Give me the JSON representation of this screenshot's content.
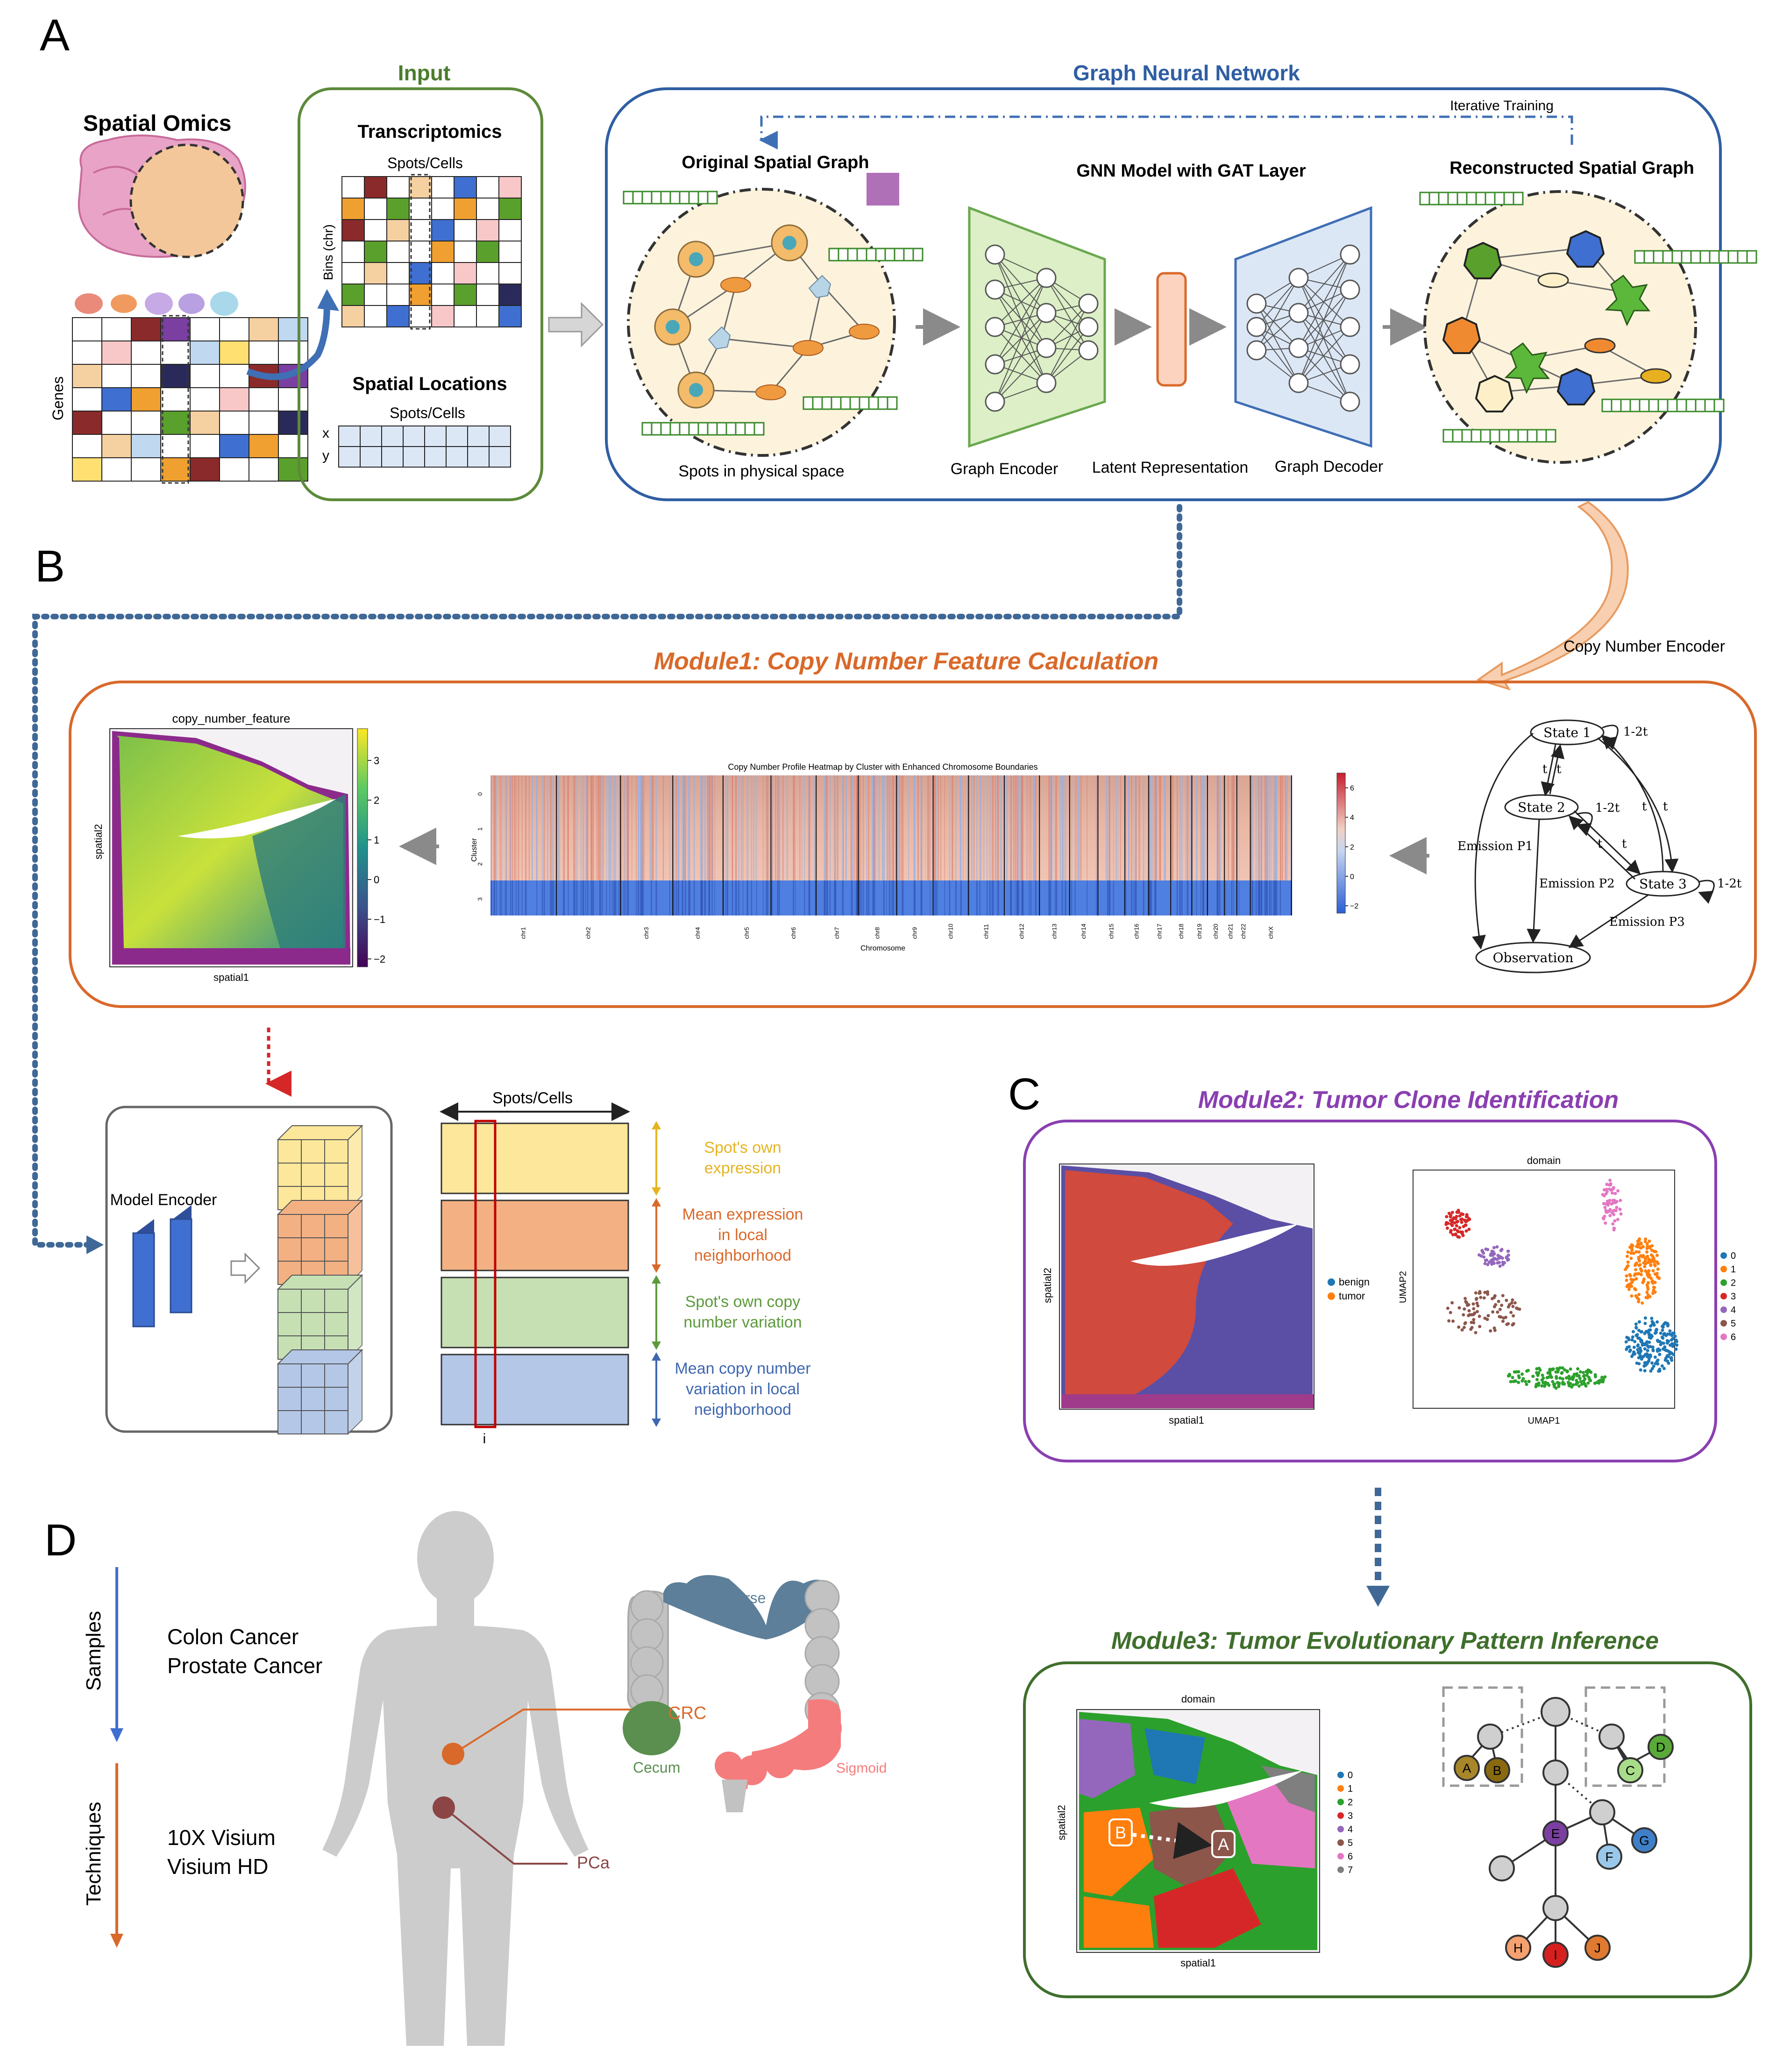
{
  "panel_letters": {
    "a": "A",
    "b": "B",
    "c": "C",
    "d": "D"
  },
  "panel_a": {
    "spatial_omics_title": "Spatial Omics",
    "genes_label": "Genes",
    "input": {
      "title": "Input",
      "transcriptomics_title": "Transcriptomics",
      "spots_cells": "Spots/Cells",
      "bins_label": "Bins (chr)",
      "spatial_locations_title": "Spatial Locations",
      "loc_spots_cells": "Spots/Cells",
      "x_label": "x",
      "y_label": "y"
    },
    "gnn": {
      "title": "Graph Neural Network",
      "iterative_training": "Iterative Training",
      "original_graph": "Original Spatial Graph",
      "gnn_model": "GNN Model with GAT Layer",
      "reconstructed_graph": "Reconstructed Spatial Graph",
      "spots_physical": "Spots in physical space",
      "graph_encoder": "Graph Encoder",
      "latent": "Latent Representation",
      "graph_decoder": "Graph Decoder"
    }
  },
  "panel_b": {
    "copy_number_encoder": "Copy Number Encoder",
    "module1_title": "Module1: Copy Number Feature Calculation",
    "spatial_plot": {
      "title": "copy_number_feature",
      "xlabel": "spatial1",
      "ylabel": "spatial2",
      "colorbar_ticks": [
        "3",
        "2",
        "1",
        "0",
        "−1",
        "−2"
      ]
    },
    "heatmap": {
      "title": "Copy Number Profile Heatmap by Cluster with Enhanced Chromosome Boundaries",
      "xlabel": "Chromosome",
      "ylabel": "Cluster",
      "clusters": [
        "0",
        "1",
        "2",
        "3"
      ],
      "chromosomes": [
        "chr1",
        "chr2",
        "chr3",
        "chr4",
        "chr5",
        "chr6",
        "chr7",
        "chr8",
        "chr9",
        "chr10",
        "chr11",
        "chr12",
        "chr13",
        "chr14",
        "chr15",
        "chr16",
        "chr17",
        "chr18",
        "chr19",
        "chr20",
        "chr21",
        "chr22",
        "chrX"
      ],
      "colorbar_ticks": [
        "6",
        "4",
        "2",
        "0",
        "−2"
      ]
    },
    "hmm": {
      "state1": "State 1",
      "state2": "State 2",
      "state3": "State 3",
      "observation": "Observation",
      "self_loop": "1-2t",
      "t": "t",
      "emission_p1": "Emission P1",
      "emission_p2": "Emission P2",
      "emission_p3": "Emission P3"
    },
    "model_encoder": "Model Encoder",
    "spots_cells": "Spots/Cells",
    "i_label": "i",
    "layers": [
      {
        "label": "Spot's own expression",
        "color": "#e6b422",
        "fill": "#fde79a"
      },
      {
        "label": "Mean expression in local neighborhood",
        "color": "#d9692a",
        "fill": "#f3b183"
      },
      {
        "label": "Spot's own copy number variation",
        "color": "#5c9a3c",
        "fill": "#c6e0b4"
      },
      {
        "label": "Mean copy number variation in local neighborhood",
        "color": "#3f67b0",
        "fill": "#b4c7e7"
      }
    ]
  },
  "panel_c": {
    "module2_title": "Module2: Tumor Clone Identification",
    "spatial_xlabel": "spatial1",
    "spatial_ylabel": "spatial2",
    "legend": [
      {
        "label": "benign",
        "color": "#1f77b4"
      },
      {
        "label": "tumor",
        "color": "#ff7f0e"
      }
    ],
    "umap_title": "domain",
    "umap_xlabel": "UMAP1",
    "umap_ylabel": "UMAP2",
    "umap_legend": [
      {
        "label": "0",
        "color": "#1f77b4"
      },
      {
        "label": "1",
        "color": "#ff7f0e"
      },
      {
        "label": "2",
        "color": "#2ca02c"
      },
      {
        "label": "3",
        "color": "#d62728"
      },
      {
        "label": "4",
        "color": "#9467bd"
      },
      {
        "label": "5",
        "color": "#8c564b"
      },
      {
        "label": "6",
        "color": "#e377c2"
      }
    ],
    "module3_title": "Module3: Tumor Evolutionary Pattern Inference",
    "domain_title": "domain",
    "domain_legend": [
      {
        "label": "0",
        "color": "#1f77b4"
      },
      {
        "label": "1",
        "color": "#ff7f0e"
      },
      {
        "label": "2",
        "color": "#2ca02c"
      },
      {
        "label": "3",
        "color": "#d62728"
      },
      {
        "label": "4",
        "color": "#9467bd"
      },
      {
        "label": "5",
        "color": "#8c564b"
      },
      {
        "label": "6",
        "color": "#e377c2"
      },
      {
        "label": "7",
        "color": "#7f7f7f"
      }
    ],
    "marker_a": "A",
    "marker_b": "B",
    "tree_nodes": [
      "A",
      "B",
      "C",
      "D",
      "E",
      "F",
      "G",
      "H",
      "I",
      "J"
    ]
  },
  "panel_d": {
    "samples_label": "Samples",
    "techniques_label": "Techniques",
    "samples": [
      "Colon Cancer",
      "Prostate Cancer"
    ],
    "techniques": [
      "10X Visium",
      "Visium HD"
    ],
    "transverse": "Transverse",
    "crc": "CRC",
    "cecum": "Cecum",
    "sigmoid": "Sigmoid",
    "pca": "PCa"
  }
}
